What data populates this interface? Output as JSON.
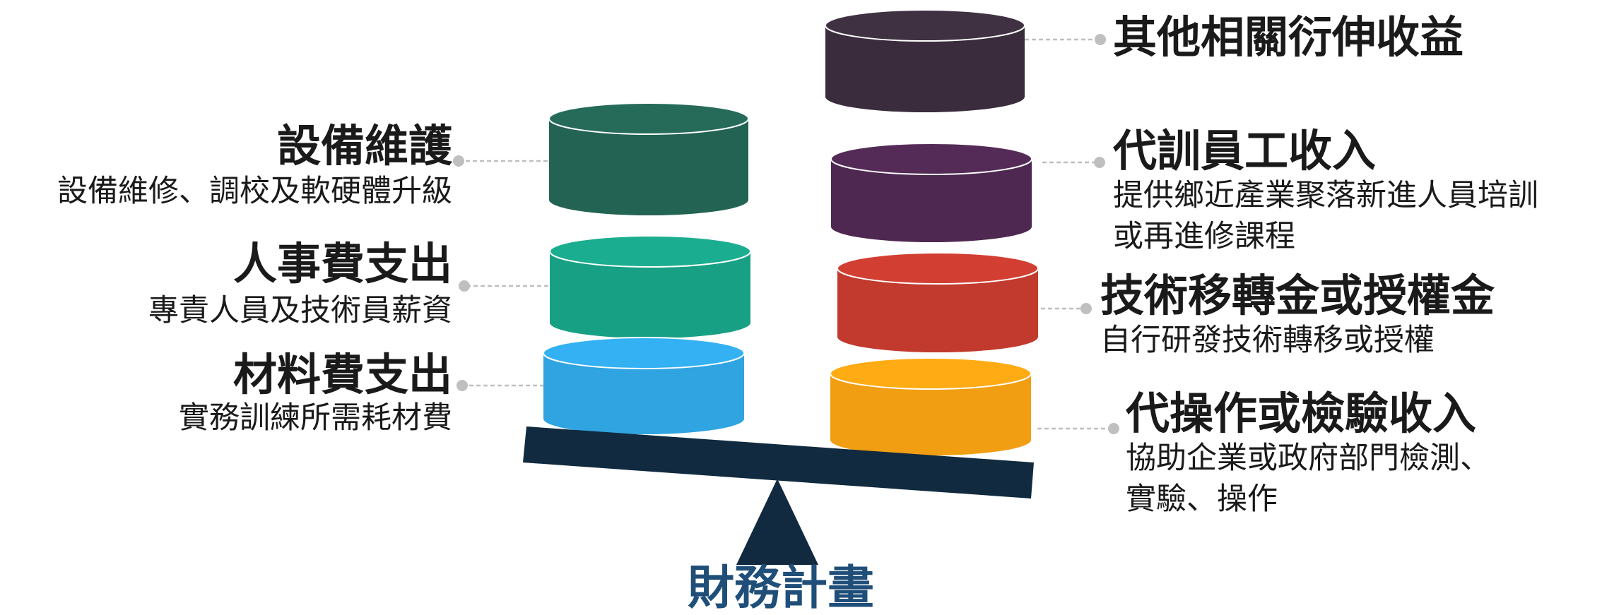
{
  "colors": {
    "beam": "#112A3F",
    "fulcrum": "#112A3F",
    "title_text": "#1F4E79",
    "leader_line": "#BFBFBF"
  },
  "expense_items": [
    {
      "title": "設備維護",
      "description": "設備維修、調校及軟硬體升級",
      "color": "#236353"
    },
    {
      "title": "人事費支出",
      "description": "專責人員及技術員薪資",
      "color": "#18A084"
    },
    {
      "title": "材料費支出",
      "description": "實務訓練所需耗材費",
      "color": "#2FA4E1"
    }
  ],
  "income_items": [
    {
      "title": "其他相關衍伸收益",
      "description_lines": [],
      "color": "#3A2C3D"
    },
    {
      "title": "代訓員工收入",
      "description_lines": [
        "提供鄉近產業聚落新進人員培訓",
        "或再進修課程"
      ],
      "color": "#4E2850"
    },
    {
      "title": "技術移轉金或授權金",
      "description_lines": [
        "自行研發技術轉移或授權"
      ],
      "color": "#C23A2E"
    },
    {
      "title": "代操作或檢驗收入",
      "description_lines": [
        "協助企業或政府部門檢測、",
        "實驗、操作"
      ],
      "color": "#F19E12"
    }
  ],
  "center_title": "財務計畫"
}
